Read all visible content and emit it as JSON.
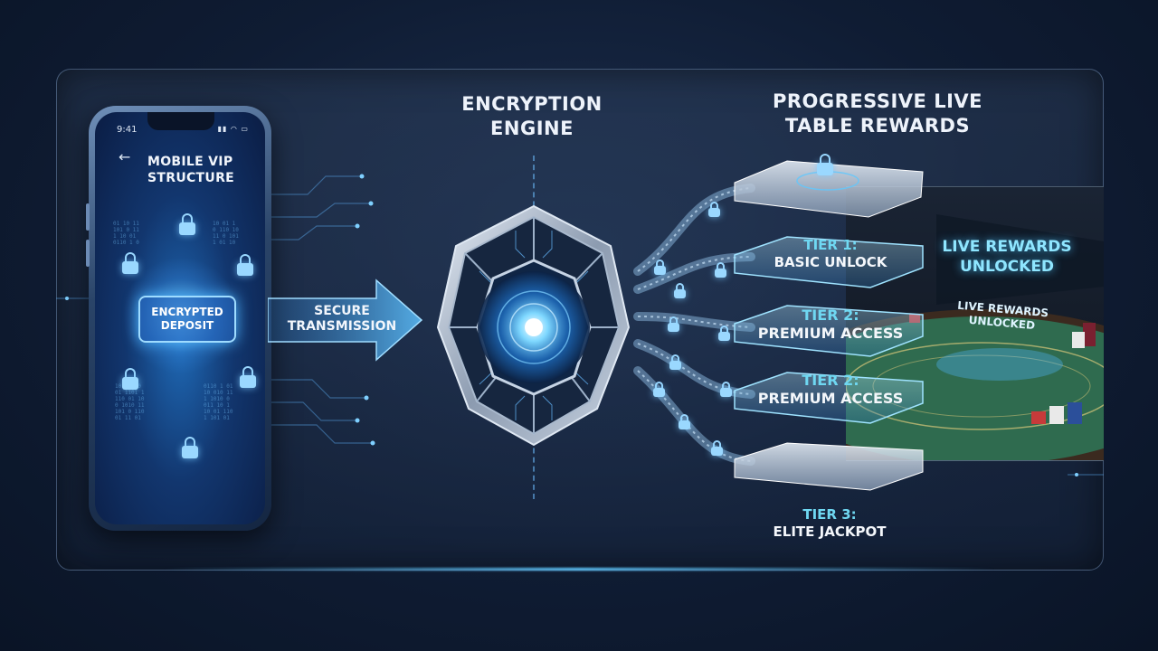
{
  "phone": {
    "time": "9:41",
    "title": "Mobile VIP Structure",
    "deposit_label": "Encrypted Deposit"
  },
  "transmission": {
    "label": "Secure Transmission"
  },
  "engine": {
    "title": "Encryption Engine"
  },
  "rewards": {
    "title": "Progressive Live Table Rewards",
    "tiers": [
      {
        "number": "Tier 1:",
        "name": "Basic Unlock"
      },
      {
        "number": "Tier 2:",
        "name": "Premium Access"
      },
      {
        "number": "Tier 2:",
        "name": "Premium Access"
      },
      {
        "number": "Tier 3:",
        "name": "Elite Jackpot"
      }
    ],
    "live_title": "Live Rewards Unlocked",
    "live_subtitle": "Live Rewards Unlocked"
  },
  "colors": {
    "accent": "#6fd8f2",
    "glow": "#4fb6ff",
    "background": "#0f1c33",
    "felt": "#2f6b4f"
  },
  "icons": [
    "lock-icon",
    "arrow-right-icon",
    "back-arrow-icon",
    "chip-icon"
  ]
}
